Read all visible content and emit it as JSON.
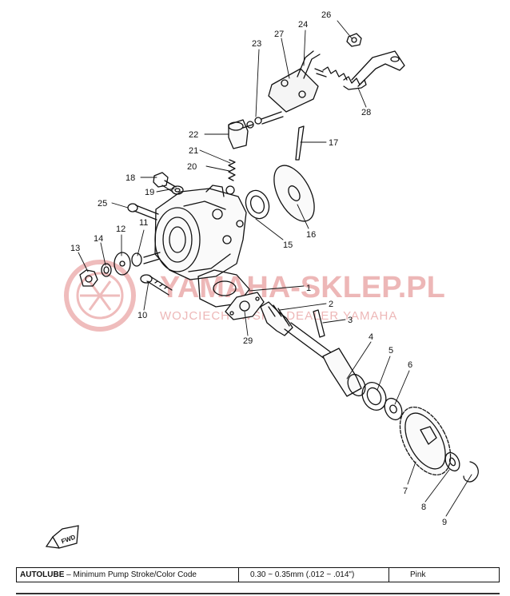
{
  "callouts": {
    "c1": "1",
    "c2": "2",
    "c3": "3",
    "c4": "4",
    "c5": "5",
    "c6": "6",
    "c7": "7",
    "c8": "8",
    "c9": "9",
    "c10": "10",
    "c11": "11",
    "c12": "12",
    "c13": "13",
    "c14": "14",
    "c15": "15",
    "c16": "16",
    "c17": "17",
    "c18": "18",
    "c19": "19",
    "c20": "20",
    "c21": "21",
    "c22": "22",
    "c23": "23",
    "c24": "24",
    "c25": "25",
    "c26": "26",
    "c27": "27",
    "c28": "28",
    "c29": "29"
  },
  "direction_marker": "FWD",
  "watermark": {
    "title": "YAMAHA-SKLEP.PL",
    "subtitle": "WOJCIECHOWSKI | DEALER YAMAHA"
  },
  "spec_table": {
    "label_bold": "AUTOLUBE",
    "label_rest": " – Minimum Pump Stroke/Color Code",
    "value": "0.30 ~ 0.35mm (.012 ~ .014\")",
    "color": "Pink"
  },
  "colors": {
    "ink": "#111111",
    "watermark": "#e8a0a0",
    "paper": "#ffffff"
  }
}
